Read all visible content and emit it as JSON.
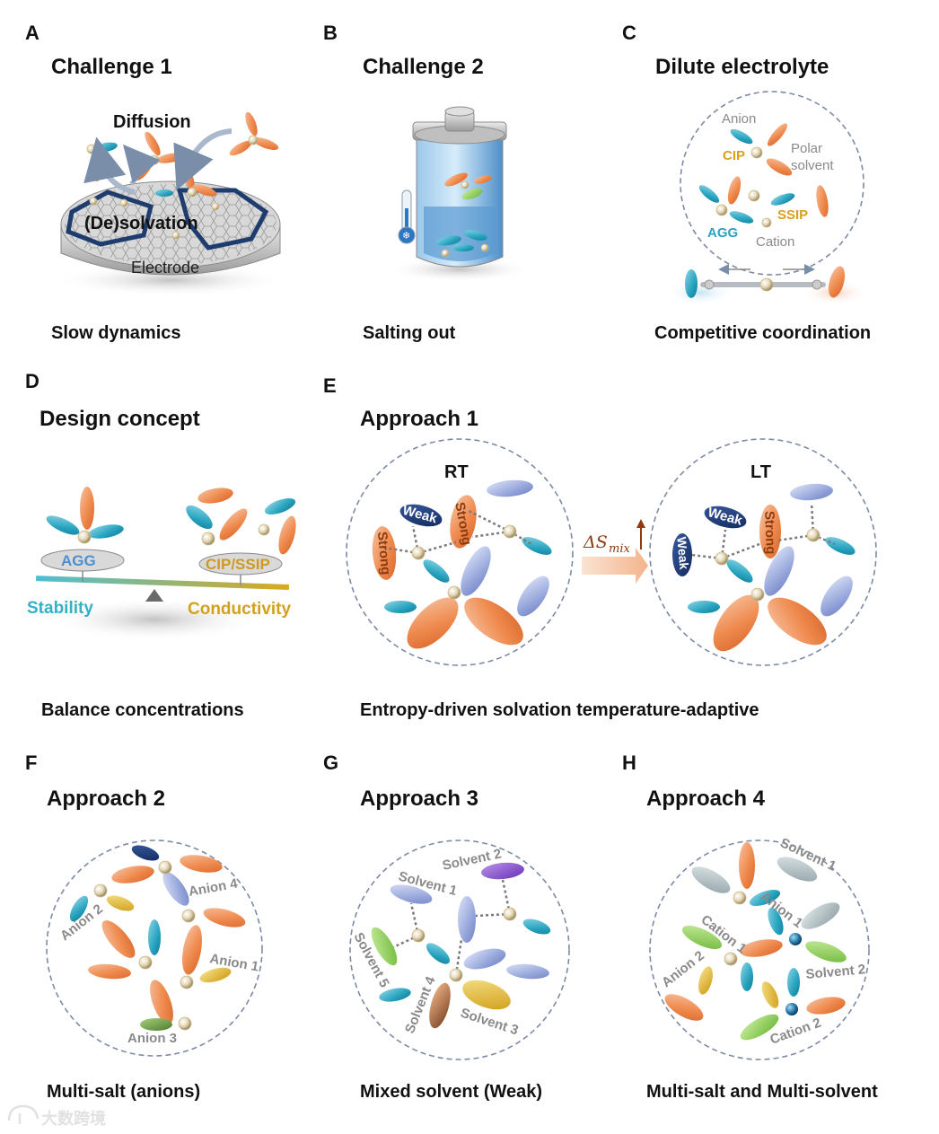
{
  "letters": [
    "A",
    "B",
    "C",
    "D",
    "E",
    "F",
    "G",
    "H"
  ],
  "titles": {
    "a": "Challenge 1",
    "b": "Challenge 2",
    "c": "Dilute electrolyte",
    "d": "Design concept",
    "e": "Approach 1",
    "f": "Approach 2",
    "g": "Approach 3",
    "h": "Approach 4"
  },
  "captions": {
    "a": "Slow dynamics",
    "b": "Salting out",
    "c": "Competitive coordination",
    "d": "Balance concentrations",
    "e": "Entropy-driven solvation temperature-adaptive",
    "f": "Multi-salt (anions)",
    "g": "Mixed solvent (Weak)",
    "h": "Multi-salt and Multi-solvent"
  },
  "panel_a": {
    "diffusion": "Diffusion",
    "desolvation": "(De)solvation",
    "electrode": "Electrode"
  },
  "panel_c": {
    "anion": "Anion",
    "polar1": "Polar",
    "polar2": "solvent",
    "cip": "CIP",
    "ssip": "SSIP",
    "agg": "AGG",
    "cation": "Cation"
  },
  "panel_d": {
    "agg": "AGG",
    "cip_ssip": "CIP/SSIP",
    "stability": "Stability",
    "conductivity": "Conductivity"
  },
  "panel_e": {
    "rt": "RT",
    "lt": "LT",
    "weak": "Weak",
    "strong": "Strong",
    "entropy_main": "ΔS",
    "entropy_sub": "mix"
  },
  "panel_f": {
    "anion1": "Anion 1",
    "anion2": "Anion 2",
    "anion3": "Anion 3",
    "anion4": "Anion 4"
  },
  "panel_g": {
    "s1": "Solvent 1",
    "s2": "Solvent 2",
    "s3": "Solvent 3",
    "s4": "Solvent 4",
    "s5": "Solvent 5"
  },
  "panel_h": {
    "s1": "Solvent 1",
    "s2": "Solvent 2",
    "a1": "Anion 1",
    "a2": "Anion 2",
    "c1": "Cation 1",
    "c2": "Cation 2"
  },
  "watermark": "大数跨境",
  "colors": {
    "orange": "#ef8a4e",
    "teal": "#27a3bf",
    "blue_grey": "#8fa0d6",
    "navy": "#1d3a7a",
    "ring": "#7d8aa6",
    "gold": "#d4a11e"
  }
}
